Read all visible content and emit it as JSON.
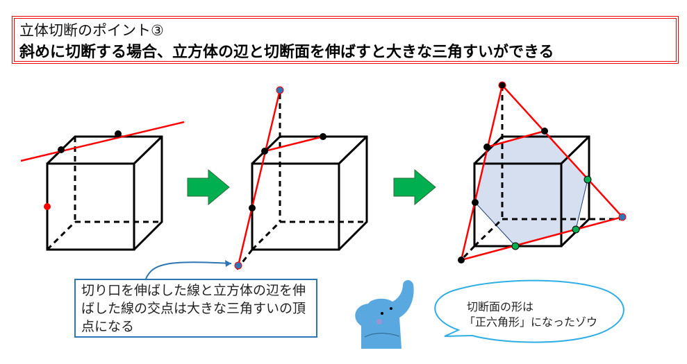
{
  "title": {
    "line1": "立体切断のポイント③",
    "line2": "斜めに切断する場合、立方体の辺と切断面を伸ばすと大きな三角すいができる"
  },
  "note": {
    "text": "切り口を伸ばした線と立方体の辺を伸ばした線の交点は大きな三角すいの頂点になる"
  },
  "bubble": {
    "line1": "切断面の形は",
    "line2": "「正六角形」になったゾウ"
  },
  "colors": {
    "cut_line": "#ff0000",
    "arrow": "#00b050",
    "section_fill": "#d6dff0",
    "note_border": "#2e75b6",
    "elephant": "#5aa8e0"
  }
}
